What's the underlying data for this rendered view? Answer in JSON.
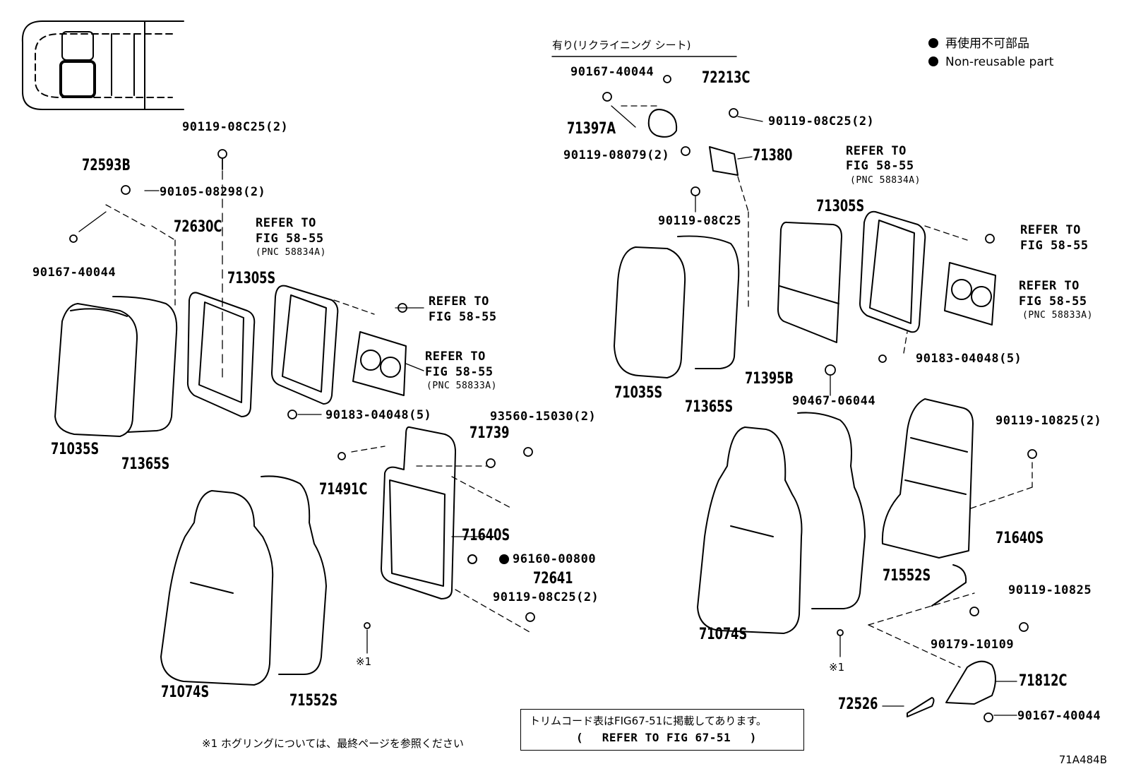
{
  "header": {
    "option_label": "有り(リクライニング シート)",
    "legend": {
      "item1": "再使用不可部品",
      "item2": "Non-reusable part"
    }
  },
  "labels": {
    "l_90119_08C25_2_top": "90119-08C25(2)",
    "l_72593B": "72593B",
    "l_90105_08298_2": "90105-08298(2)",
    "l_72630C": "72630C",
    "l_90167_40044_left": "90167-40044",
    "l_refer_left_a1": "REFER TO",
    "l_refer_left_a2": "FIG 58-55",
    "l_refer_left_a3": "(PNC 58834A)",
    "l_71305S_left": "71305S",
    "l_refer_left_b1": "REFER TO",
    "l_refer_left_b2": "FIG 58-55",
    "l_refer_left_c1": "REFER TO",
    "l_refer_left_c2": "FIG 58-55",
    "l_refer_left_c3": "(PNC 58833A)",
    "l_90183_04048_left": "90183-04048(5)",
    "l_71035S_left": "71035S",
    "l_71365S_left": "71365S",
    "l_93560_15030": "93560-15030(2)",
    "l_71739": "71739",
    "l_71491C": "71491C",
    "l_71640S_left": "71640S",
    "l_96160_00800": "96160-00800",
    "l_72641": "72641",
    "l_90119_08C25_2_mid": "90119-08C25(2)",
    "l_x1_left": "※1",
    "l_71074S_left": "71074S",
    "l_71552S_left": "71552S",
    "l_footnote": "※1 ホグリングについては、最終ページを参照ください",
    "l_90167_40044_r": "90167-40044",
    "l_72213C": "72213C",
    "l_71397A": "71397A",
    "l_90119_08079": "90119-08079(2)",
    "l_90119_08C25_2_r": "90119-08C25(2)",
    "l_71380": "71380",
    "l_90119_08C25_r": "90119-08C25",
    "l_refer_r_a1": "REFER TO",
    "l_refer_r_a2": "FIG 58-55",
    "l_refer_r_a3": "(PNC 58834A)",
    "l_71305S_r": "71305S",
    "l_refer_r_b1": "REFER TO",
    "l_refer_r_b2": "FIG 58-55",
    "l_refer_r_c1": "REFER TO",
    "l_refer_r_c2": "FIG 58-55",
    "l_refer_r_c3": "(PNC 58833A)",
    "l_71035S_r": "71035S",
    "l_71365S_r": "71365S",
    "l_71395B": "71395B",
    "l_90467_06044": "90467-06044",
    "l_90183_04048_r": "90183-04048(5)",
    "l_90119_10825_2": "90119-10825(2)",
    "l_71640S_r": "71640S",
    "l_71552S_r": "71552S",
    "l_90119_10825": "90119-10825",
    "l_71074S_r": "71074S",
    "l_90179_10109": "90179-10109",
    "l_x1_r": "※1",
    "l_71812C": "71812C",
    "l_72526": "72526",
    "l_90167_40044_br": "90167-40044",
    "note_line1": "トリムコード表はFIG67-51に掲載してあります。",
    "note_line2": "(　 REFER TO FIG 67-51　 )",
    "code": "71A484B"
  }
}
